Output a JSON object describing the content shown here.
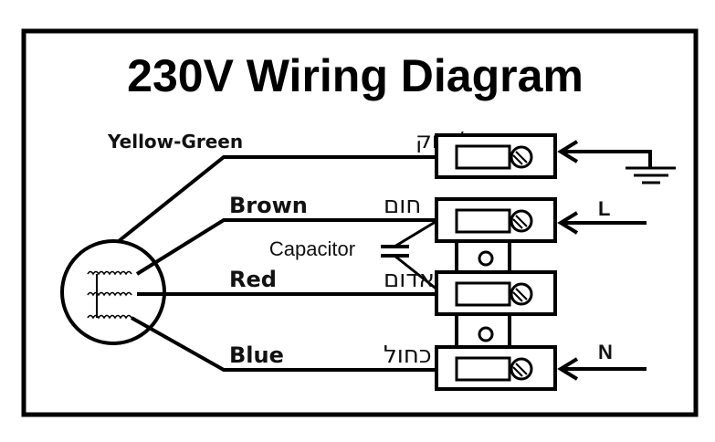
{
  "title": "230V Wiring Diagram",
  "wires": [
    {
      "id": "yellow-green",
      "label_en": "Yellow-Green",
      "label_he": "צהוב/ירוק",
      "terminal": "ground"
    },
    {
      "id": "brown",
      "label_en": "Brown",
      "label_he": "חום",
      "terminal": "L"
    },
    {
      "id": "red",
      "label_en": "Red",
      "label_he": "אדום",
      "terminal": "capacitor-to-L"
    },
    {
      "id": "blue",
      "label_en": "Blue",
      "label_he": "כחול",
      "terminal": "N"
    }
  ],
  "capacitor_label": "Capacitor",
  "terminals": [
    {
      "id": "ground",
      "label": "",
      "icon": "ground-icon"
    },
    {
      "id": "L",
      "label": "L"
    },
    {
      "id": "middle",
      "label": ""
    },
    {
      "id": "N",
      "label": "N"
    }
  ],
  "colors": {
    "ink": "#000000",
    "background": "#ffffff"
  }
}
